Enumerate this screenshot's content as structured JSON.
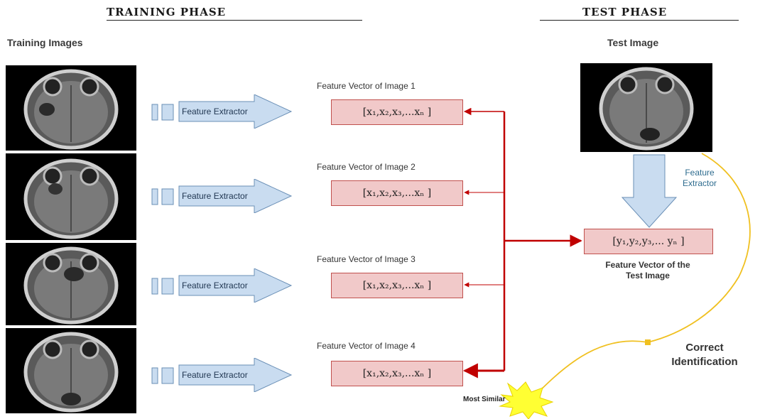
{
  "training": {
    "phase_title": "TRAINING PHASE",
    "images_label": "Training Images",
    "rows": [
      {
        "fv_caption": "Feature Vector of Image 1",
        "fe_label": "Feature Extractor",
        "vector": "[x₁,x₂,x₃,...xₙ ]"
      },
      {
        "fv_caption": "Feature Vector of Image 2",
        "fe_label": "Feature Extractor",
        "vector": "[x₁,x₂,x₃,...xₙ ]"
      },
      {
        "fv_caption": "Feature Vector of Image 3",
        "fe_label": "Feature Extractor",
        "vector": "[x₁,x₂,x₃,...xₙ ]"
      },
      {
        "fv_caption": "Feature Vector of Image 4",
        "fe_label": "Feature Extractor",
        "vector": "[x₁,x₂,x₃,...xₙ ]"
      }
    ]
  },
  "test": {
    "phase_title": "TEST PHASE",
    "image_label": "Test Image",
    "fe_label_line1": "Feature",
    "fe_label_line2": "Extractor",
    "vector": "[y₁,y₂,y₃,... yₙ ]",
    "caption_line1": "Feature Vector of the",
    "caption_line2": "Test Image"
  },
  "result": {
    "correct_line1": "Correct",
    "correct_line2": "Identification",
    "most_similar": "Most Similar"
  },
  "colors": {
    "arrow_fill": "#c9dcf0",
    "arrow_stroke": "#6a8fb6",
    "vector_fill": "#f1c9c9",
    "vector_stroke": "#c0504d",
    "connector_red": "#c00000",
    "curve_yellow": "#f0c020",
    "burst_yellow": "#ffff33"
  }
}
